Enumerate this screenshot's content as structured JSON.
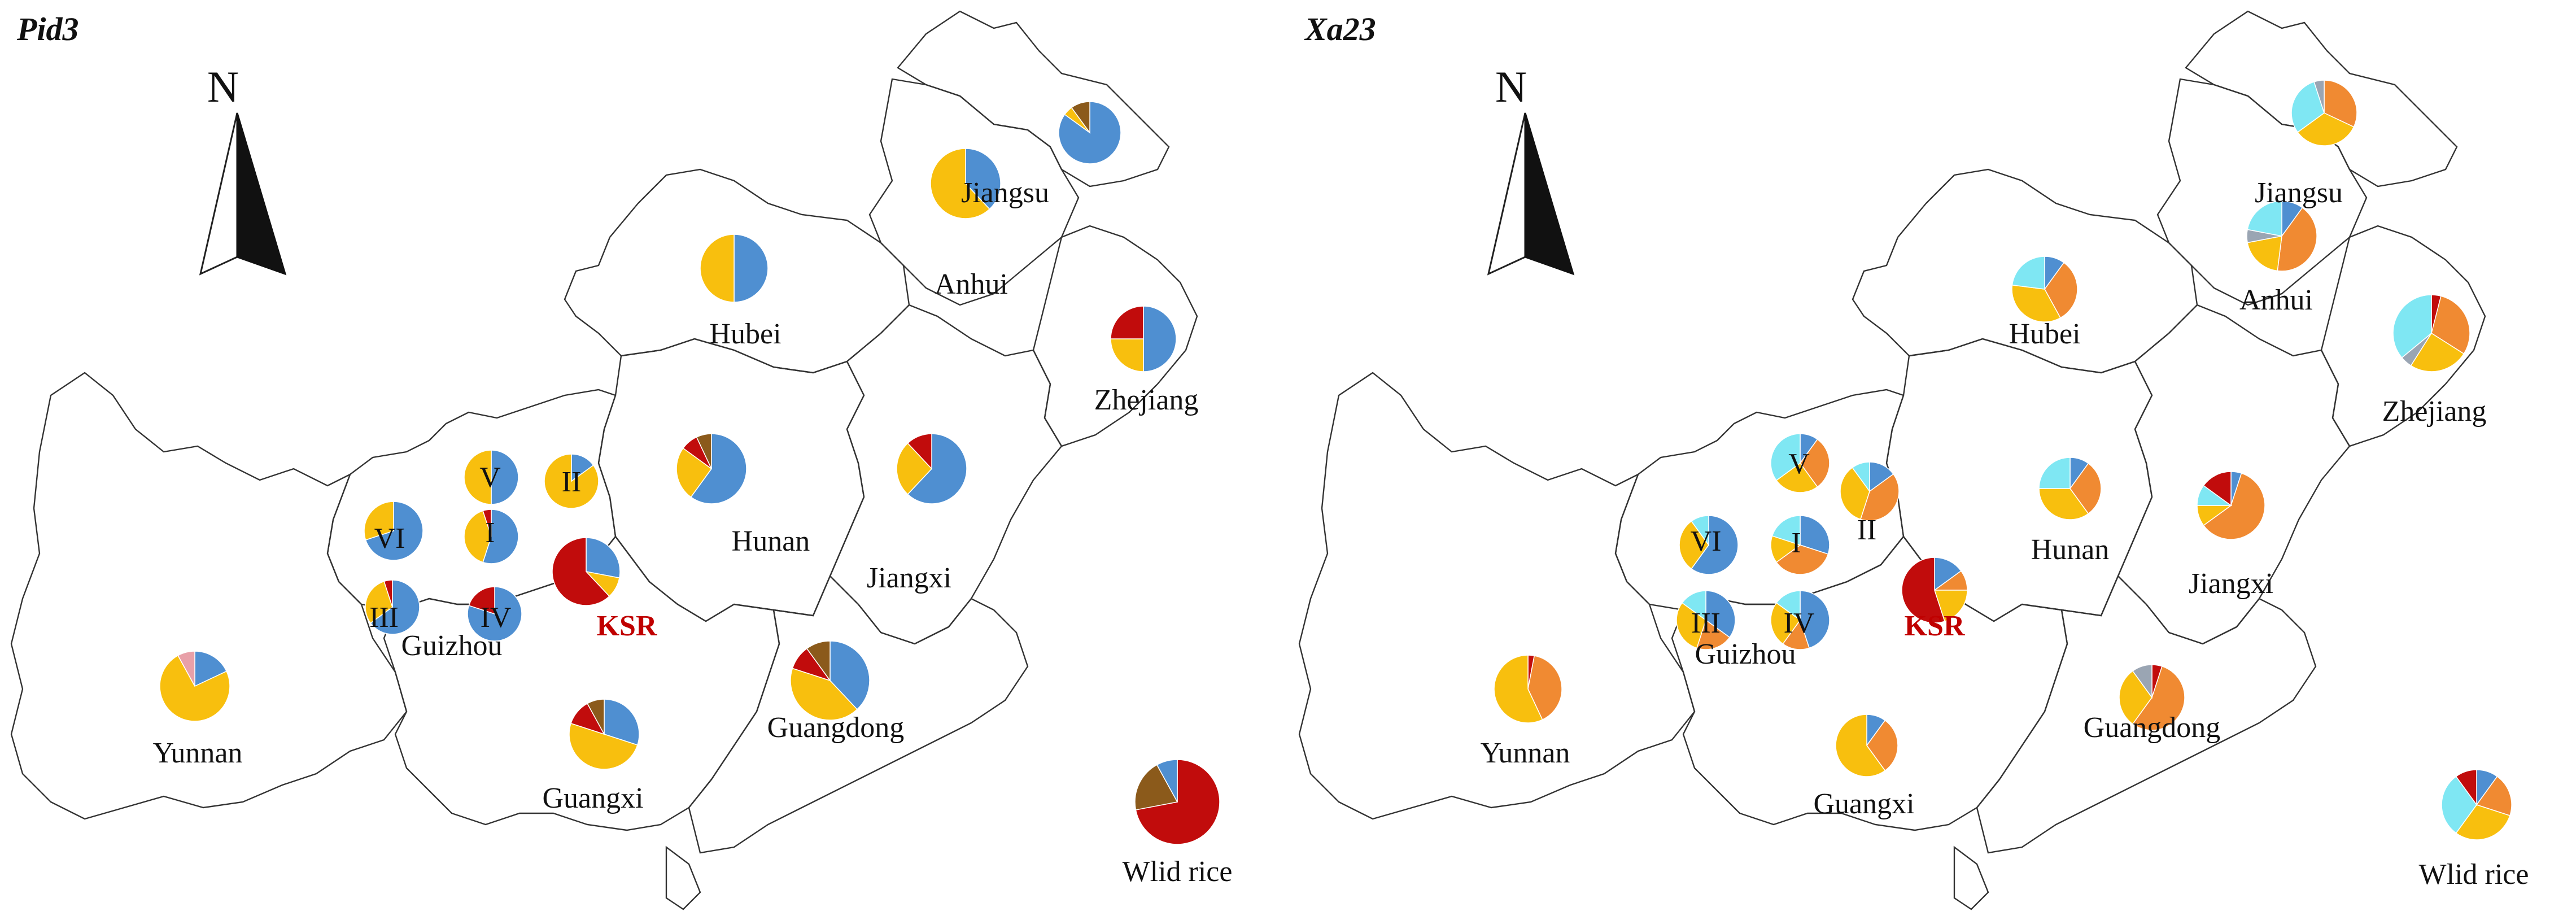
{
  "colors": {
    "blue": "#4f8fd1",
    "yellow": "#f8bf0e",
    "red": "#c10c0c",
    "brown": "#8b5a1b",
    "orange": "#f08a32",
    "cyan": "#7fe7f3",
    "gray": "#9aa5b3",
    "pink": "#e8a0a8"
  },
  "north_label": "N",
  "panels": [
    {
      "id": "pid3",
      "title": "Pid3",
      "provinces": [
        {
          "key": "jiangsu",
          "label": "Jiangsu",
          "slices": [
            {
              "c": "blue",
              "v": 0.85
            },
            {
              "c": "yellow",
              "v": 0.05
            },
            {
              "c": "brown",
              "v": 0.1
            }
          ]
        },
        {
          "key": "anhui",
          "label": "Anhui",
          "slices": [
            {
              "c": "blue",
              "v": 0.38
            },
            {
              "c": "yellow",
              "v": 0.62
            }
          ]
        },
        {
          "key": "hubei",
          "label": "Hubei",
          "slices": [
            {
              "c": "blue",
              "v": 0.5
            },
            {
              "c": "yellow",
              "v": 0.5
            }
          ]
        },
        {
          "key": "zhejiang",
          "label": "Zhejiang",
          "slices": [
            {
              "c": "blue",
              "v": 0.5
            },
            {
              "c": "yellow",
              "v": 0.25
            },
            {
              "c": "red",
              "v": 0.25
            }
          ]
        },
        {
          "key": "hunan",
          "label": "Hunan",
          "slices": [
            {
              "c": "blue",
              "v": 0.6
            },
            {
              "c": "yellow",
              "v": 0.25
            },
            {
              "c": "red",
              "v": 0.08
            },
            {
              "c": "brown",
              "v": 0.07
            }
          ]
        },
        {
          "key": "jiangxi",
          "label": "Jiangxi",
          "slices": [
            {
              "c": "blue",
              "v": 0.62
            },
            {
              "c": "yellow",
              "v": 0.26
            },
            {
              "c": "red",
              "v": 0.12
            }
          ]
        },
        {
          "key": "guizhou",
          "label": "Guizhou",
          "slices": []
        },
        {
          "key": "yunnan",
          "label": "Yunnan",
          "slices": [
            {
              "c": "blue",
              "v": 0.18
            },
            {
              "c": "yellow",
              "v": 0.74
            },
            {
              "c": "pink",
              "v": 0.08
            }
          ]
        },
        {
          "key": "guangxi",
          "label": "Guangxi",
          "slices": [
            {
              "c": "blue",
              "v": 0.3
            },
            {
              "c": "yellow",
              "v": 0.5
            },
            {
              "c": "red",
              "v": 0.12
            },
            {
              "c": "brown",
              "v": 0.08
            }
          ]
        },
        {
          "key": "guangdong",
          "label": "Guangdong",
          "slices": [
            {
              "c": "blue",
              "v": 0.38
            },
            {
              "c": "yellow",
              "v": 0.42
            },
            {
              "c": "red",
              "v": 0.1
            },
            {
              "c": "brown",
              "v": 0.1
            }
          ]
        },
        {
          "key": "wild",
          "label": "Wlid rice",
          "slices": [
            {
              "c": "red",
              "v": 0.72
            },
            {
              "c": "brown",
              "v": 0.2
            },
            {
              "c": "blue",
              "v": 0.08
            }
          ]
        }
      ],
      "subregions": [
        {
          "label": "I",
          "slices": [
            {
              "c": "blue",
              "v": 0.55
            },
            {
              "c": "yellow",
              "v": 0.4
            },
            {
              "c": "red",
              "v": 0.05
            }
          ]
        },
        {
          "label": "II",
          "slices": [
            {
              "c": "blue",
              "v": 0.15
            },
            {
              "c": "yellow",
              "v": 0.85
            }
          ]
        },
        {
          "label": "III",
          "slices": [
            {
              "c": "blue",
              "v": 0.65
            },
            {
              "c": "yellow",
              "v": 0.3
            },
            {
              "c": "red",
              "v": 0.05
            }
          ]
        },
        {
          "label": "IV",
          "slices": [
            {
              "c": "blue",
              "v": 0.8
            },
            {
              "c": "red",
              "v": 0.2
            }
          ]
        },
        {
          "label": "V",
          "slices": [
            {
              "c": "blue",
              "v": 0.5
            },
            {
              "c": "yellow",
              "v": 0.5
            }
          ]
        },
        {
          "label": "VI",
          "slices": [
            {
              "c": "blue",
              "v": 0.7
            },
            {
              "c": "yellow",
              "v": 0.3
            }
          ]
        },
        {
          "label": "KSR",
          "slices": [
            {
              "c": "blue",
              "v": 0.28
            },
            {
              "c": "yellow",
              "v": 0.1
            },
            {
              "c": "red",
              "v": 0.62
            }
          ]
        }
      ]
    },
    {
      "id": "xa23",
      "title": "Xa23",
      "provinces": [
        {
          "key": "jiangsu",
          "label": "Jiangsu",
          "slices": [
            {
              "c": "orange",
              "v": 0.32
            },
            {
              "c": "yellow",
              "v": 0.33
            },
            {
              "c": "cyan",
              "v": 0.3
            },
            {
              "c": "gray",
              "v": 0.05
            }
          ]
        },
        {
          "key": "anhui",
          "label": "Anhui",
          "slices": [
            {
              "c": "blue",
              "v": 0.1
            },
            {
              "c": "orange",
              "v": 0.42
            },
            {
              "c": "yellow",
              "v": 0.2
            },
            {
              "c": "gray",
              "v": 0.06
            },
            {
              "c": "cyan",
              "v": 0.22
            }
          ]
        },
        {
          "key": "hubei",
          "label": "Hubei",
          "slices": [
            {
              "c": "blue",
              "v": 0.1
            },
            {
              "c": "orange",
              "v": 0.32
            },
            {
              "c": "yellow",
              "v": 0.35
            },
            {
              "c": "cyan",
              "v": 0.23
            }
          ]
        },
        {
          "key": "zhejiang",
          "label": "Zhejiang",
          "slices": [
            {
              "c": "red",
              "v": 0.04
            },
            {
              "c": "orange",
              "v": 0.3
            },
            {
              "c": "yellow",
              "v": 0.25
            },
            {
              "c": "gray",
              "v": 0.05
            },
            {
              "c": "cyan",
              "v": 0.36
            }
          ]
        },
        {
          "key": "hunan",
          "label": "Hunan",
          "slices": [
            {
              "c": "blue",
              "v": 0.1
            },
            {
              "c": "orange",
              "v": 0.3
            },
            {
              "c": "yellow",
              "v": 0.35
            },
            {
              "c": "cyan",
              "v": 0.25
            }
          ]
        },
        {
          "key": "jiangxi",
          "label": "Jiangxi",
          "slices": [
            {
              "c": "blue",
              "v": 0.05
            },
            {
              "c": "orange",
              "v": 0.6
            },
            {
              "c": "yellow",
              "v": 0.1
            },
            {
              "c": "cyan",
              "v": 0.1
            },
            {
              "c": "red",
              "v": 0.15
            }
          ]
        },
        {
          "key": "guizhou",
          "label": "Guizhou",
          "slices": []
        },
        {
          "key": "yunnan",
          "label": "Yunnan",
          "slices": [
            {
              "c": "red",
              "v": 0.03
            },
            {
              "c": "orange",
              "v": 0.4
            },
            {
              "c": "yellow",
              "v": 0.57
            }
          ]
        },
        {
          "key": "guangxi",
          "label": "Guangxi",
          "slices": [
            {
              "c": "blue",
              "v": 0.1
            },
            {
              "c": "orange",
              "v": 0.3
            },
            {
              "c": "yellow",
              "v": 0.6
            }
          ]
        },
        {
          "key": "guangdong",
          "label": "Guangdong",
          "slices": [
            {
              "c": "red",
              "v": 0.05
            },
            {
              "c": "orange",
              "v": 0.55
            },
            {
              "c": "yellow",
              "v": 0.3
            },
            {
              "c": "gray",
              "v": 0.1
            }
          ]
        },
        {
          "key": "wild",
          "label": "Wlid rice",
          "slices": [
            {
              "c": "blue",
              "v": 0.1
            },
            {
              "c": "orange",
              "v": 0.2
            },
            {
              "c": "yellow",
              "v": 0.3
            },
            {
              "c": "cyan",
              "v": 0.3
            },
            {
              "c": "red",
              "v": 0.1
            }
          ]
        }
      ],
      "subregions": [
        {
          "label": "I",
          "slices": [
            {
              "c": "blue",
              "v": 0.3
            },
            {
              "c": "orange",
              "v": 0.35
            },
            {
              "c": "yellow",
              "v": 0.15
            },
            {
              "c": "cyan",
              "v": 0.2
            }
          ]
        },
        {
          "label": "II",
          "slices": [
            {
              "c": "blue",
              "v": 0.15
            },
            {
              "c": "orange",
              "v": 0.4
            },
            {
              "c": "yellow",
              "v": 0.35
            },
            {
              "c": "cyan",
              "v": 0.1
            }
          ]
        },
        {
          "label": "III",
          "slices": [
            {
              "c": "blue",
              "v": 0.35
            },
            {
              "c": "orange",
              "v": 0.2
            },
            {
              "c": "yellow",
              "v": 0.3
            },
            {
              "c": "cyan",
              "v": 0.15
            }
          ]
        },
        {
          "label": "IV",
          "slices": [
            {
              "c": "blue",
              "v": 0.45
            },
            {
              "c": "orange",
              "v": 0.15
            },
            {
              "c": "yellow",
              "v": 0.25
            },
            {
              "c": "cyan",
              "v": 0.15
            }
          ]
        },
        {
          "label": "V",
          "slices": [
            {
              "c": "blue",
              "v": 0.1
            },
            {
              "c": "orange",
              "v": 0.3
            },
            {
              "c": "yellow",
              "v": 0.25
            },
            {
              "c": "cyan",
              "v": 0.35
            }
          ]
        },
        {
          "label": "VI",
          "slices": [
            {
              "c": "blue",
              "v": 0.6
            },
            {
              "c": "yellow",
              "v": 0.3
            },
            {
              "c": "cyan",
              "v": 0.1
            }
          ]
        },
        {
          "label": "KSR",
          "slices": [
            {
              "c": "blue",
              "v": 0.15
            },
            {
              "c": "orange",
              "v": 0.1
            },
            {
              "c": "yellow",
              "v": 0.2
            },
            {
              "c": "red",
              "v": 0.55
            }
          ]
        }
      ]
    }
  ]
}
